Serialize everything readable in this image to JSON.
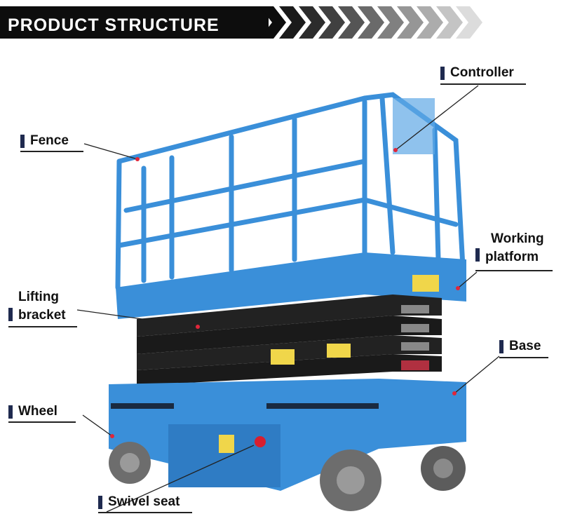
{
  "header": {
    "title": "PRODUCT STRUCTURE"
  },
  "labels": {
    "controller": "Controller",
    "fence": "Fence",
    "working_platform_line1": "Working",
    "working_platform_line2": "platform",
    "lifting_bracket_line1": "Lifting",
    "lifting_bracket_line2": "bracket",
    "base": "Base",
    "wheel": "Wheel",
    "swivel_seat": "Swivel seat"
  },
  "colors": {
    "accent_blue": "#3a8fd9",
    "dark": "#0d0d0d",
    "marker": "#1f2a4f",
    "point": "#e0263a"
  }
}
